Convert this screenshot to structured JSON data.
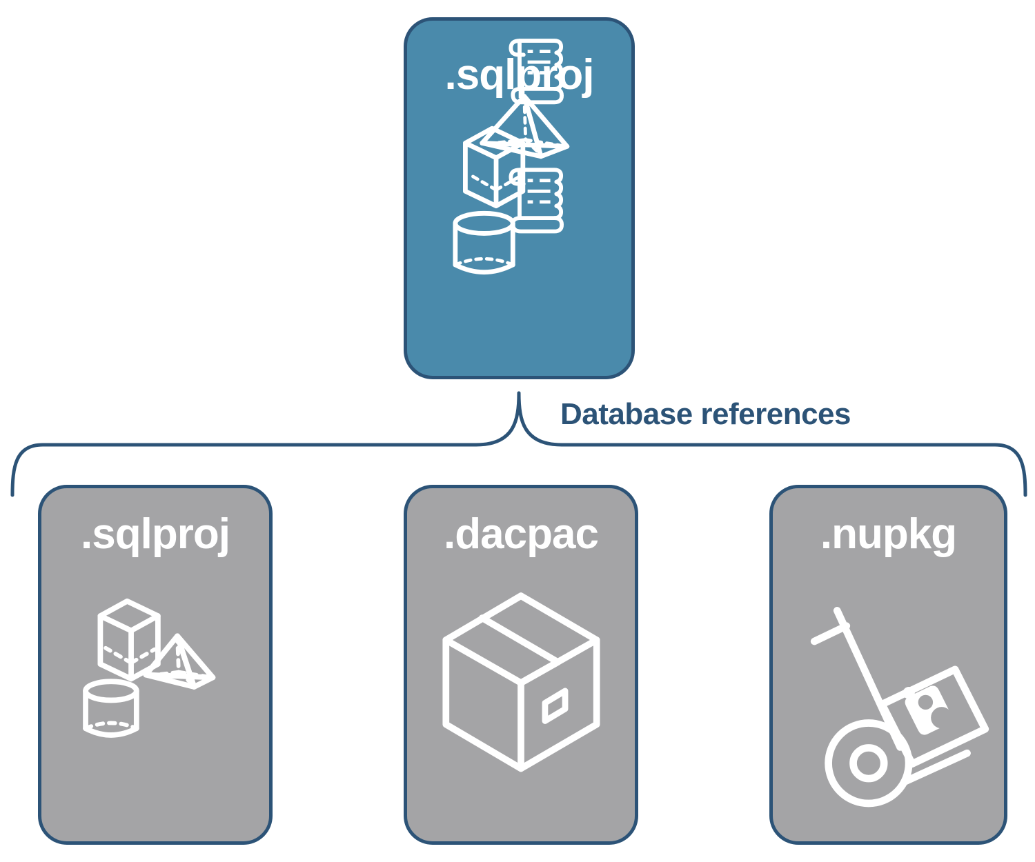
{
  "diagram": {
    "title": "Database references",
    "colors": {
      "primary_fill": "#4a8aab",
      "secondary_fill": "#a4a4a6",
      "border": "#2c5377",
      "label_text": "#ffffff",
      "caption_text": "#2c5377",
      "background": "#ffffff"
    }
  },
  "root_node": {
    "label": ".sqlproj",
    "icons": [
      "cube-wireframe-icon",
      "scroll-script-icon",
      "pyramid-wireframe-icon",
      "cylinder-wireframe-icon",
      "scroll-script-icon"
    ]
  },
  "connector": {
    "caption": "Database references",
    "style": "curly-brace-bracket"
  },
  "reference_nodes": [
    {
      "label": ".sqlproj",
      "icons": [
        "cube-wireframe-icon",
        "pyramid-wireframe-icon",
        "cylinder-wireframe-icon"
      ]
    },
    {
      "label": ".dacpac",
      "icons": [
        "package-box-icon"
      ]
    },
    {
      "label": ".nupkg",
      "icons": [
        "hand-truck-icon",
        "nuget-package-icon"
      ]
    }
  ]
}
